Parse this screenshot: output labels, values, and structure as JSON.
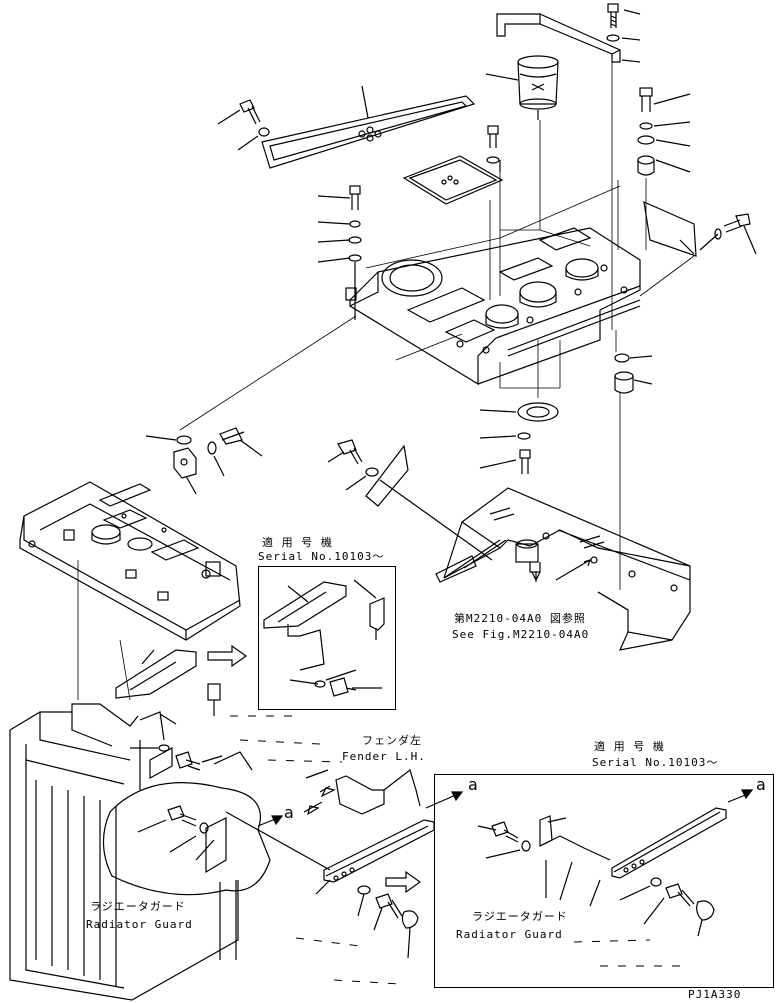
{
  "labels": {
    "top_serial_jp": "適 用 号 機",
    "top_serial_en": "Serial No.10103〜",
    "fig_ref_jp": "第M2210-04A0 図参照",
    "fig_ref_en": "See Fig.M2210-04A0",
    "fender_jp": "フェンダ左",
    "fender_en": "Fender L.H.",
    "arrow_a_1": "a",
    "arrow_a_2": "a",
    "arrow_a_3": "a",
    "right_serial_jp": "適 用 号 機",
    "right_serial_en": "Serial No.10103〜",
    "radiator_jp_1": "ラジエータガード",
    "radiator_en_1": "Radiator Guard",
    "radiator_jp_2": "ラジエータガード",
    "radiator_en_2": "Radiator Guard",
    "drawing_code": "PJ1A330"
  }
}
